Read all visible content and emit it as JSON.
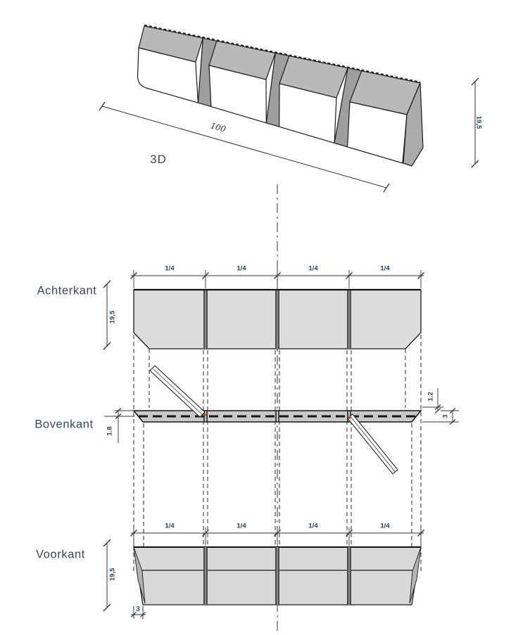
{
  "drawing": {
    "view3d": {
      "label": "3D",
      "length_dim": "100",
      "height_dim": "19,5"
    },
    "achterkant": {
      "label": "Achterkant",
      "height_dim": "19,5",
      "segment_dims": [
        "1/4",
        "1/4",
        "1/4",
        "1/4"
      ]
    },
    "bovenkant": {
      "label": "Bovenkant",
      "offset_dim_left": "1.8",
      "offset_dim_right": "1.2",
      "thickness_dim": "3"
    },
    "voorkant": {
      "label": "Voorkant",
      "height_dim": "19,5",
      "segment_dims": [
        "1/4",
        "1/4",
        "1/4",
        "1/4"
      ],
      "chamfer_dim": "3"
    }
  },
  "colors": {
    "dim_text": "#26436e",
    "label_text": "#3c4759",
    "accent_blue": "#2e5fb0",
    "fill_light": "#dcdcdc",
    "fill_slope": "#b9b9b9",
    "fill_gap": "#9e9e9e",
    "strip_fill": "#c9c9c9",
    "marker_red": "#cc3a1a"
  }
}
